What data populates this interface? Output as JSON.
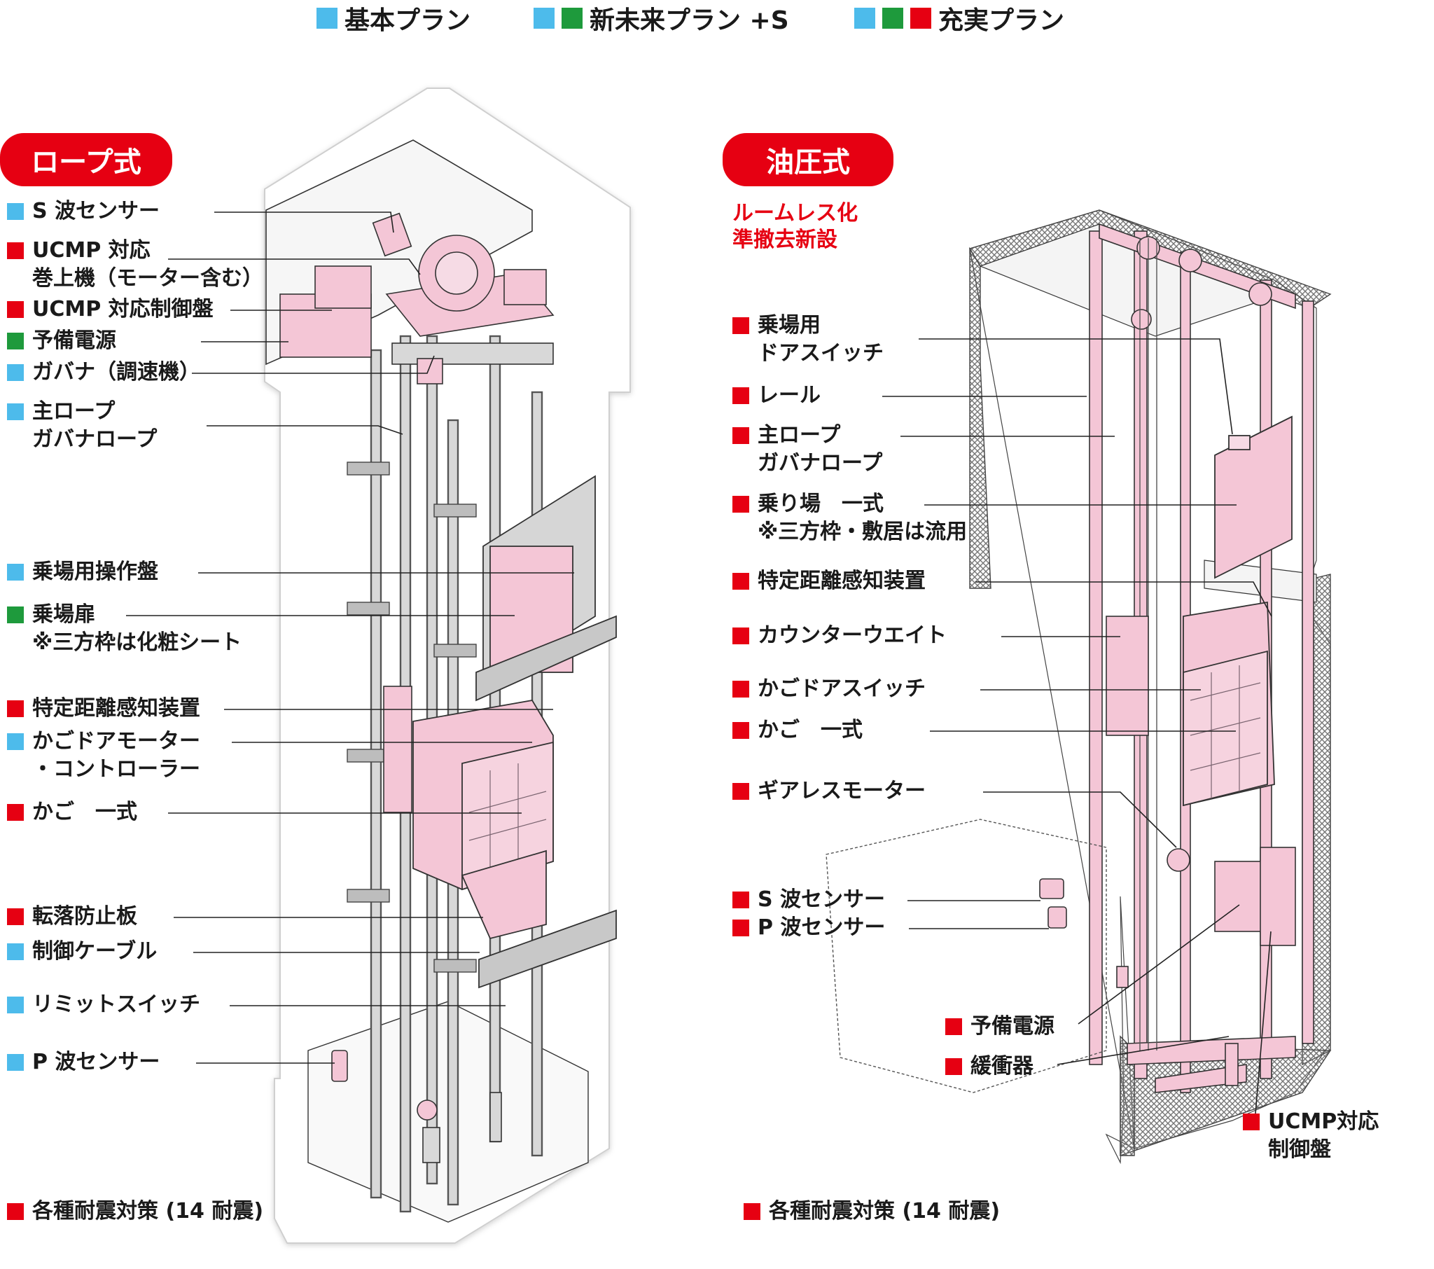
{
  "legend": [
    {
      "label": "基本プラン",
      "colors": [
        "#4dbbeb"
      ]
    },
    {
      "label": "新未来プラン +S",
      "colors": [
        "#4dbbeb",
        "#1e9a3c"
      ]
    },
    {
      "label": "充実プラン",
      "colors": [
        "#4dbbeb",
        "#1e9a3c",
        "#e60012"
      ]
    }
  ],
  "colors": {
    "basic": "#4dbbeb",
    "shinmirai": "#1e9a3c",
    "juujitsu": "#e60012",
    "car_pink": "#f4c6d6"
  },
  "rope": {
    "title": "ロープ式",
    "labels": [
      {
        "text": "S 波センサー",
        "color": "blue"
      },
      {
        "text": "UCMP 対応\n巻上機（モーター含む）",
        "color": "red"
      },
      {
        "text": "UCMP 対応制御盤",
        "color": "red"
      },
      {
        "text": "予備電源",
        "color": "green"
      },
      {
        "text": "ガバナ（調速機）",
        "color": "blue"
      },
      {
        "text": "主ロープ\nガバナロープ",
        "color": "blue"
      },
      {
        "text": "乗場用操作盤",
        "color": "blue"
      },
      {
        "text": "乗場扉\n※三方枠は化粧シート",
        "color": "green"
      },
      {
        "text": "特定距離感知装置",
        "color": "red"
      },
      {
        "text": "かごドアモーター\n・コントローラー",
        "color": "blue"
      },
      {
        "text": "かご　一式",
        "color": "red"
      },
      {
        "text": "転落防止板",
        "color": "red"
      },
      {
        "text": "制御ケーブル",
        "color": "blue"
      },
      {
        "text": "リミットスイッチ",
        "color": "blue"
      },
      {
        "text": "P 波センサー",
        "color": "blue"
      }
    ],
    "footer": "各種耐震対策 (14 耐震)"
  },
  "hydraulic": {
    "title": "油圧式",
    "note": "ルームレス化\n準撤去新設",
    "labels": [
      {
        "text": "乗場用\nドアスイッチ",
        "color": "red"
      },
      {
        "text": "レール",
        "color": "red"
      },
      {
        "text": "主ロープ\nガバナロープ",
        "color": "red"
      },
      {
        "text": "乗り場　一式\n※三方枠・敷居は流用",
        "color": "red"
      },
      {
        "text": "特定距離感知装置",
        "color": "red"
      },
      {
        "text": "カウンターウエイト",
        "color": "red"
      },
      {
        "text": "かごドアスイッチ",
        "color": "red"
      },
      {
        "text": "かご　一式",
        "color": "red"
      },
      {
        "text": "ギアレスモーター",
        "color": "red"
      },
      {
        "text": "S 波センサー",
        "color": "red"
      },
      {
        "text": "P 波センサー",
        "color": "red"
      },
      {
        "text": "予備電源",
        "color": "red"
      },
      {
        "text": "緩衝器",
        "color": "red"
      },
      {
        "text": "UCMP対応\n制御盤",
        "color": "red"
      }
    ],
    "footer": "各種耐震対策 (14 耐震)"
  }
}
